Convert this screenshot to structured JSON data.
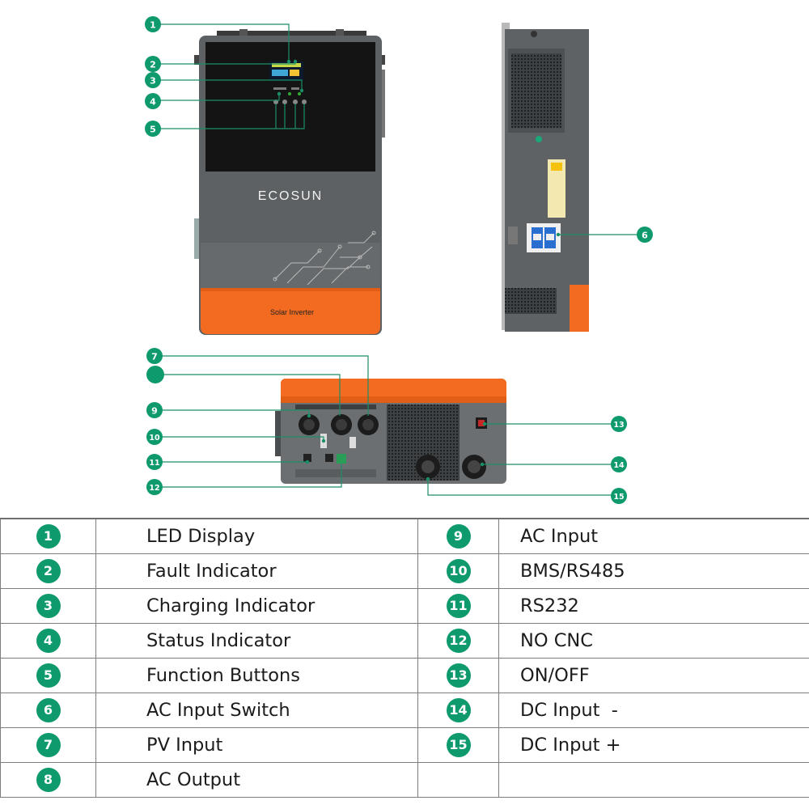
{
  "brand": "ECOSUN",
  "product_label": "Solar Inverter",
  "accent_color": "#0f9a6e",
  "orange_color": "#f26b21",
  "legend": [
    {
      "num": "1",
      "label": "LED Display"
    },
    {
      "num": "2",
      "label": "Fault Indicator"
    },
    {
      "num": "3",
      "label": "Charging Indicator"
    },
    {
      "num": "4",
      "label": "Status Indicator"
    },
    {
      "num": "5",
      "label": "Function Buttons"
    },
    {
      "num": "6",
      "label": "AC Input Switch"
    },
    {
      "num": "7",
      "label": "PV Input"
    },
    {
      "num": "8",
      "label": "AC Output"
    },
    {
      "num": "9",
      "label": "AC Input"
    },
    {
      "num": "10",
      "label": "BMS/RS485"
    },
    {
      "num": "11",
      "label": "RS232"
    },
    {
      "num": "12",
      "label": "NO CNC"
    },
    {
      "num": "13",
      "label": "ON/OFF"
    },
    {
      "num": "14",
      "label": "DC Input  -"
    },
    {
      "num": "15",
      "label": "DC Input +"
    }
  ],
  "callouts": {
    "c1": "1",
    "c2": "2",
    "c3": "3",
    "c4": "4",
    "c5": "5",
    "c6": "6",
    "c7": "7",
    "c9": "9",
    "c10": "10",
    "c11": "11",
    "c12": "12",
    "c13": "13",
    "c14": "14",
    "c15": "15"
  }
}
